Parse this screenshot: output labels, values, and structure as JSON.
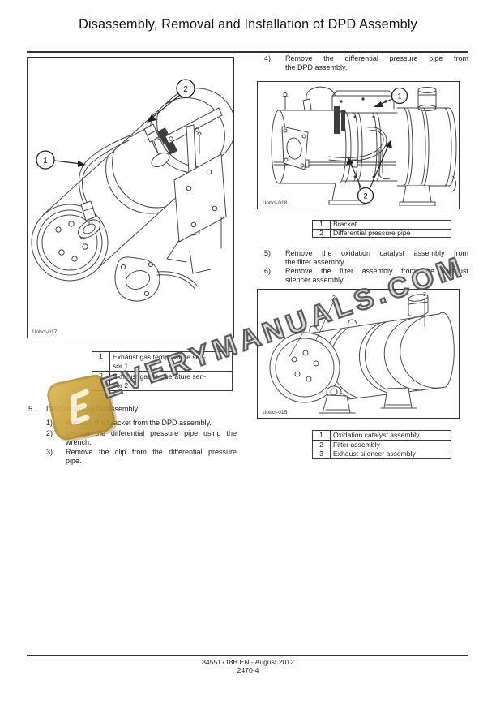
{
  "page": {
    "title": "Disassembly, Removal and Installation of DPD Assembly"
  },
  "footer": {
    "line1": "84551718B EN - August 2012",
    "line2": "2470-4"
  },
  "watermark": {
    "text": "EVERYMANUALS.COM"
  },
  "left": {
    "figure": {
      "caption": "1lobcl-017",
      "callout1": "1",
      "callout2": "2"
    },
    "table": {
      "rows": [
        {
          "num": "1",
          "line1": "Exhaust gas temperature sen-",
          "line2": "sor 1"
        },
        {
          "num": "2",
          "line1": "Exhaust gas temperature sen-",
          "line2": "sor 2"
        }
      ]
    },
    "section": {
      "num": "5.",
      "title": "DPD assembly Disassembly",
      "steps": [
        {
          "num": "1)",
          "lines": [
            "Remove the bracket from the DPD assembly."
          ]
        },
        {
          "num": "2)",
          "lines": [
            "Loosen the differential pressure pipe using the",
            "wrench."
          ]
        },
        {
          "num": "3)",
          "lines": [
            "Remove the clip from the differential pressure",
            "pipe."
          ]
        }
      ]
    }
  },
  "right": {
    "step4": {
      "num": "4)",
      "lines": [
        "Remove the differential pressure pipe from",
        "the DPD assembly."
      ]
    },
    "figure1": {
      "caption": "1lobcl-018",
      "callout1": "1",
      "callout2": "2"
    },
    "table1": {
      "rows": [
        {
          "num": "1",
          "label": "Bracket"
        },
        {
          "num": "2",
          "label": "Differential pressure pipe"
        }
      ]
    },
    "step5": {
      "num": "5)",
      "lines": [
        "Remove the oxidation catalyst assembly from",
        "the filter assembly."
      ]
    },
    "step6": {
      "num": "6)",
      "lines": [
        "Remove the filter assembly from the exhaust",
        "silencer assembly."
      ]
    },
    "figure2": {
      "caption": "1lobcl-015",
      "callout1": "1",
      "callout2": "2",
      "callout3": "3"
    },
    "table2": {
      "rows": [
        {
          "num": "1",
          "label": "Oxidation catalyst assembly"
        },
        {
          "num": "2",
          "label": "Filter assembly"
        },
        {
          "num": "3",
          "label": "Exhaust silencer assembly"
        }
      ]
    }
  }
}
